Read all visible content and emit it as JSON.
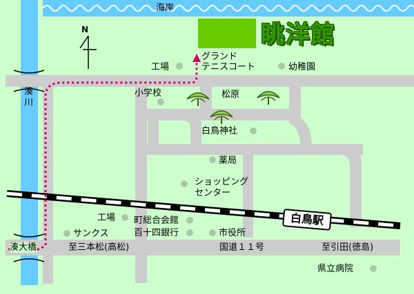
{
  "map": {
    "sea_label": "海岸",
    "hotel_name": "眺洋館",
    "north": "N",
    "river": "湊\n川",
    "station": "白鳥駅",
    "bridge": "湊大橋",
    "colors": {
      "background": "#ccffcc",
      "water": "#66ccff",
      "road": "#cccccc",
      "railway_dark": "#000000",
      "railway_light": "#ffffff",
      "route": "#cc0066",
      "hotel_block": "#66cc00",
      "hotel_text": "#339900",
      "landmark_dot": "#a9c8a9"
    },
    "places": {
      "factory_north": "工場",
      "grand_1": "グランド",
      "grand_2": "テニスコート",
      "kindergarten": "幼稚園",
      "school": "小学校",
      "pine": "松原",
      "shrine": "白鳥神社",
      "pharmacy": "薬局",
      "shopping_1": "ショッピング",
      "shopping_2": "センター",
      "factory_south": "工場",
      "town_hall": "町総合会館",
      "bank": "百十四銀行",
      "city_hall": "市役所",
      "sunks": "サンクス",
      "hospital": "県立病院"
    },
    "roads": {
      "to_takamatsu": "至三本松(高松)",
      "route11": "国道１１号",
      "to_hiketa": "至引田(徳島)"
    }
  }
}
